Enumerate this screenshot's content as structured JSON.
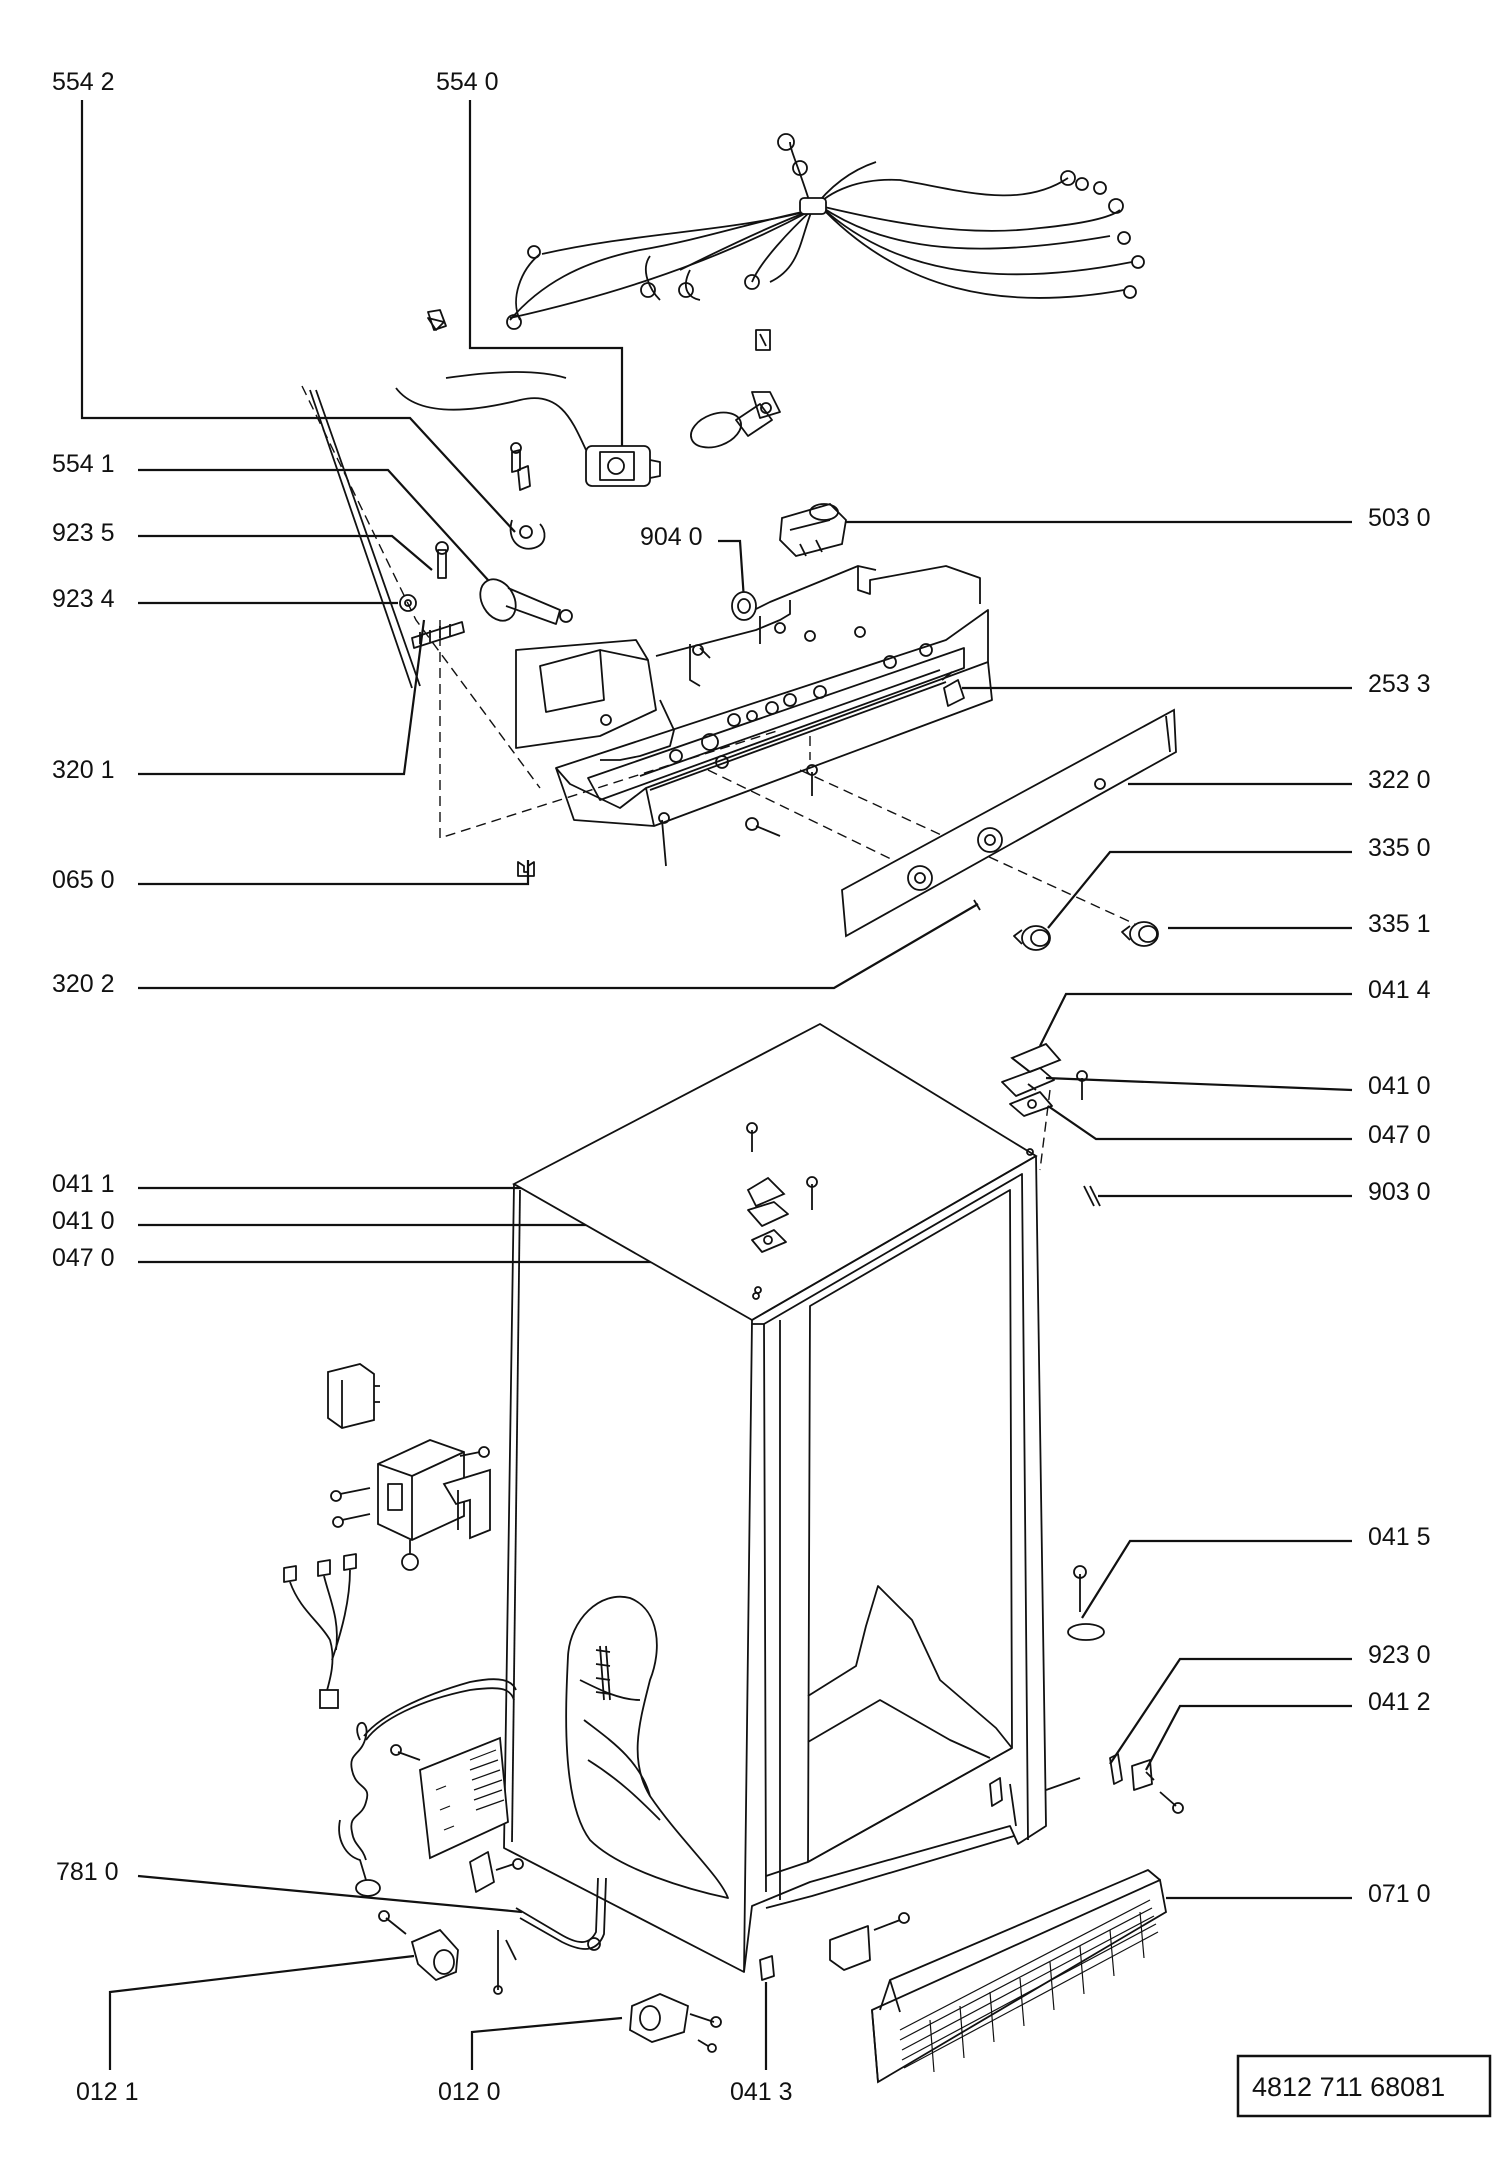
{
  "document_number": "4812 711 68081",
  "callouts": [
    {
      "id": "c5542",
      "label": "554 2"
    },
    {
      "id": "c5540",
      "label": "554 0"
    },
    {
      "id": "c5541",
      "label": "554 1"
    },
    {
      "id": "c9235",
      "label": "923 5"
    },
    {
      "id": "c9234",
      "label": "923 4"
    },
    {
      "id": "c3201",
      "label": "320 1"
    },
    {
      "id": "c0650",
      "label": "065 0"
    },
    {
      "id": "c3202",
      "label": "320 2"
    },
    {
      "id": "c9040",
      "label": "904 0"
    },
    {
      "id": "c5030",
      "label": "503 0"
    },
    {
      "id": "c2533",
      "label": "253 3"
    },
    {
      "id": "c3220",
      "label": "322 0"
    },
    {
      "id": "c3350",
      "label": "335 0"
    },
    {
      "id": "c3351",
      "label": "335 1"
    },
    {
      "id": "c0414",
      "label": "041 4"
    },
    {
      "id": "c0410r",
      "label": "041 0"
    },
    {
      "id": "c0470r",
      "label": "047 0"
    },
    {
      "id": "c9030",
      "label": "903 0"
    },
    {
      "id": "c0411",
      "label": "041 1"
    },
    {
      "id": "c0410l",
      "label": "041 0"
    },
    {
      "id": "c0470l",
      "label": "047 0"
    },
    {
      "id": "c0415",
      "label": "041 5"
    },
    {
      "id": "c9230",
      "label": "923 0"
    },
    {
      "id": "c0412",
      "label": "041 2"
    },
    {
      "id": "c7810",
      "label": "781 0"
    },
    {
      "id": "c0710",
      "label": "071 0"
    },
    {
      "id": "c0121",
      "label": "012 1"
    },
    {
      "id": "c0120",
      "label": "012 0"
    },
    {
      "id": "c0413",
      "label": "041 3"
    }
  ]
}
